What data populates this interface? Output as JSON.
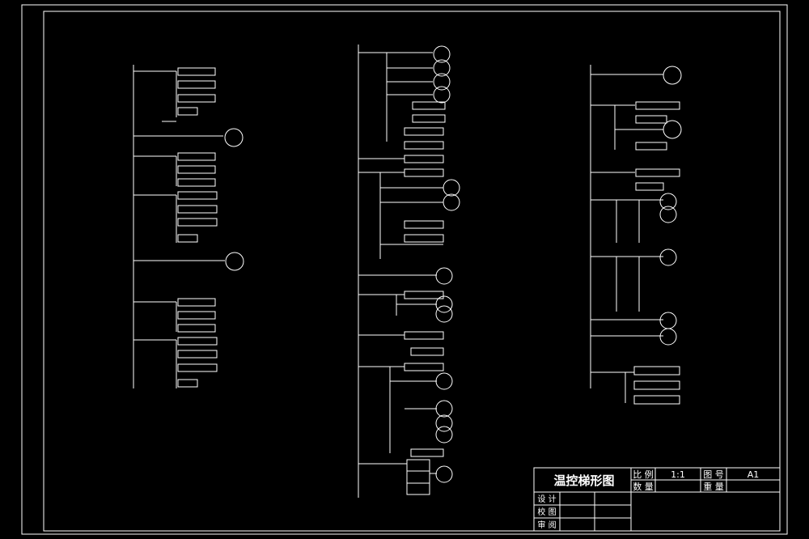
{
  "title_block": {
    "drawing_title": "温控梯形图",
    "scale_label": "比 例",
    "scale_value": "1:1",
    "drawing_no_label": "图 号",
    "drawing_no_value": "A1",
    "quantity_label": "数 量",
    "weight_label": "重 量",
    "designed_label": "设 计",
    "checked_label": "校 图",
    "reviewed_label": "审 阅"
  },
  "colors": {
    "background": "#000000",
    "line": "#ffffff"
  }
}
